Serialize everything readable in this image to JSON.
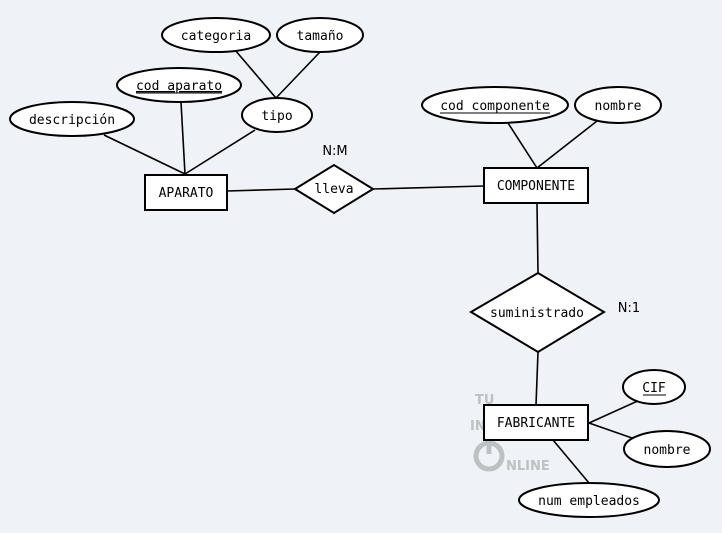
{
  "watermark": {
    "line1": "TU",
    "line2": "INSTITUTO",
    "line3": "NLINE"
  },
  "entities": {
    "aparato": "APARATO",
    "componente": "COMPONENTE",
    "fabricante": "FABRICANTE"
  },
  "relationships": {
    "lleva": "lleva",
    "suministrado": "suministrado"
  },
  "cardinalities": {
    "lleva": "N:M",
    "suministrado": "N:1"
  },
  "attributes": {
    "categoria": "categoria",
    "tamano": "tamaño",
    "cod_aparato": "cod aparato",
    "tipo": "tipo",
    "descripcion": "descripción",
    "cod_componente": "cod componente",
    "nombre_componente": "nombre",
    "cif": "CIF",
    "nombre_fabricante": "nombre",
    "num_empleados": "num empleados"
  }
}
